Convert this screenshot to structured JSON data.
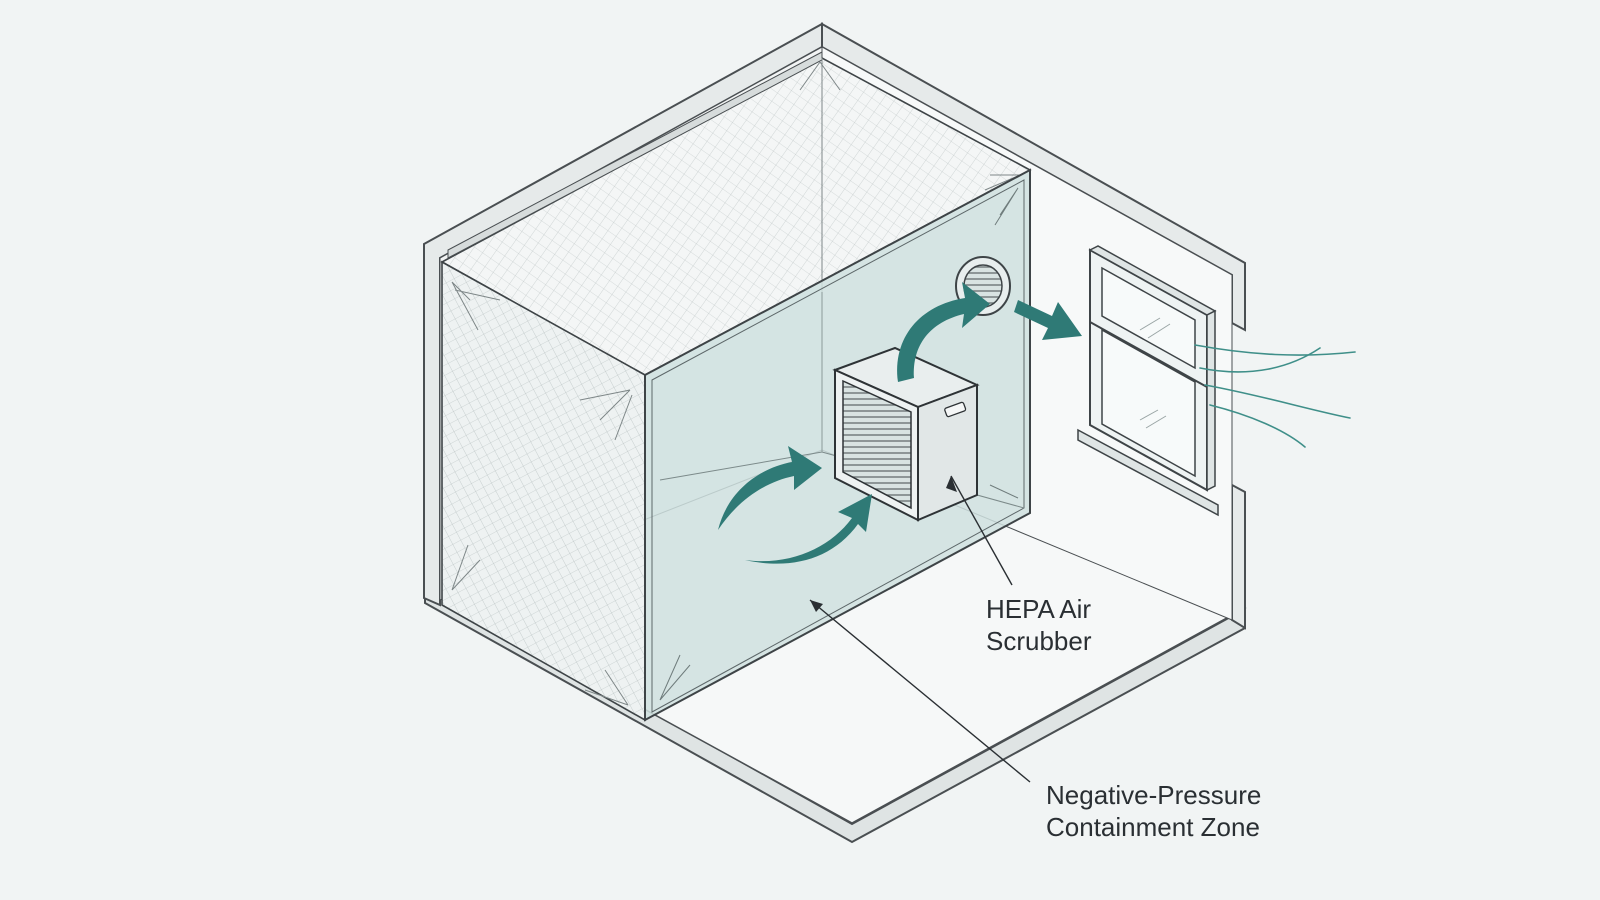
{
  "labels": {
    "scrubber": {
      "line1": "HEPA Air",
      "line2": "Scrubber"
    },
    "containment": {
      "line1": "Negative-Pressure",
      "line2": "Containment Zone"
    }
  },
  "colors": {
    "background": "#f1f4f4",
    "teal_arrow": "#2f7a76",
    "plastic_tint": "#cfe1df",
    "wall_stroke": "#4a4f52"
  },
  "icons": {
    "airflow_in": "curved-arrow-icon",
    "airflow_up": "curved-arrow-icon",
    "exhaust": "straight-arrow-icon",
    "outflow": "wind-lines-icon"
  }
}
